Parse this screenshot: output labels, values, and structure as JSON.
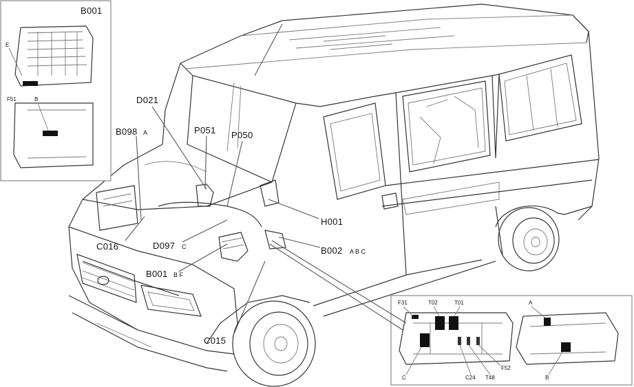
{
  "inset_top_left": {
    "title": "B001",
    "detail_labels": [
      "E",
      "F51",
      "B"
    ]
  },
  "main_labels": {
    "d021": "D021",
    "b098": "B098",
    "b098_suffix": "A",
    "p051": "P051",
    "p050": "P050",
    "h001": "H001",
    "b002": "B002",
    "b002_suffix": "A B C",
    "c016": "C016",
    "d097": "D097",
    "d097_suffix": "C",
    "b001": "B001",
    "b001_suffix": "B F",
    "c015": "C015"
  },
  "inset_bottom_right": {
    "labels": [
      "F31",
      "T02",
      "T01",
      "A",
      "F52",
      "C24",
      "T48",
      "C",
      "B"
    ]
  }
}
